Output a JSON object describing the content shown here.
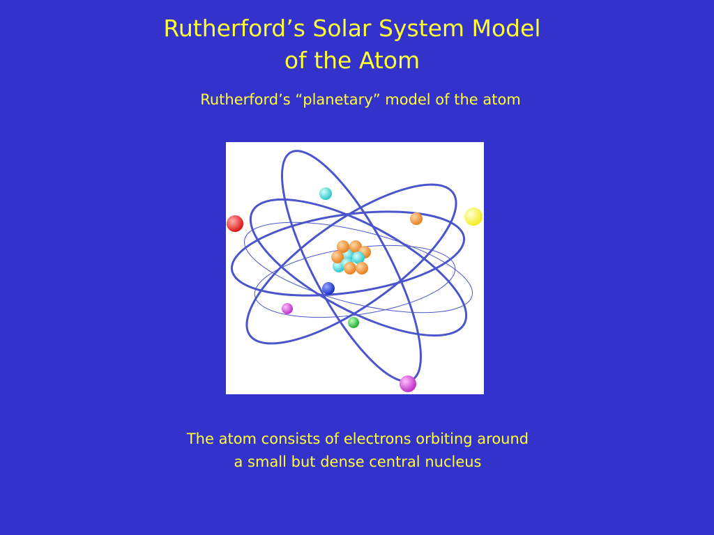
{
  "slide": {
    "background_color": "#3333CC",
    "text_color": "#FFFF33",
    "title_lines": [
      "Rutherford’s Solar System Model",
      "of the Atom"
    ],
    "subtitle": "Rutherford’s “planetary” model of the atom",
    "caption_lines": [
      "The atom consists of electrons orbiting around",
      "a small but dense central nucleus"
    ]
  },
  "figure": {
    "background_color": "#FFFFFF",
    "orbit_color": "#4A55CC",
    "proton_color": "#E8801E",
    "neutron_color": "#2CC6C8",
    "electron_colors": [
      "#E01818",
      "#2CC6C8",
      "#E8801E",
      "#F2EE22",
      "#1830C8",
      "#C030C8",
      "#20B030",
      "#C828C8"
    ]
  }
}
